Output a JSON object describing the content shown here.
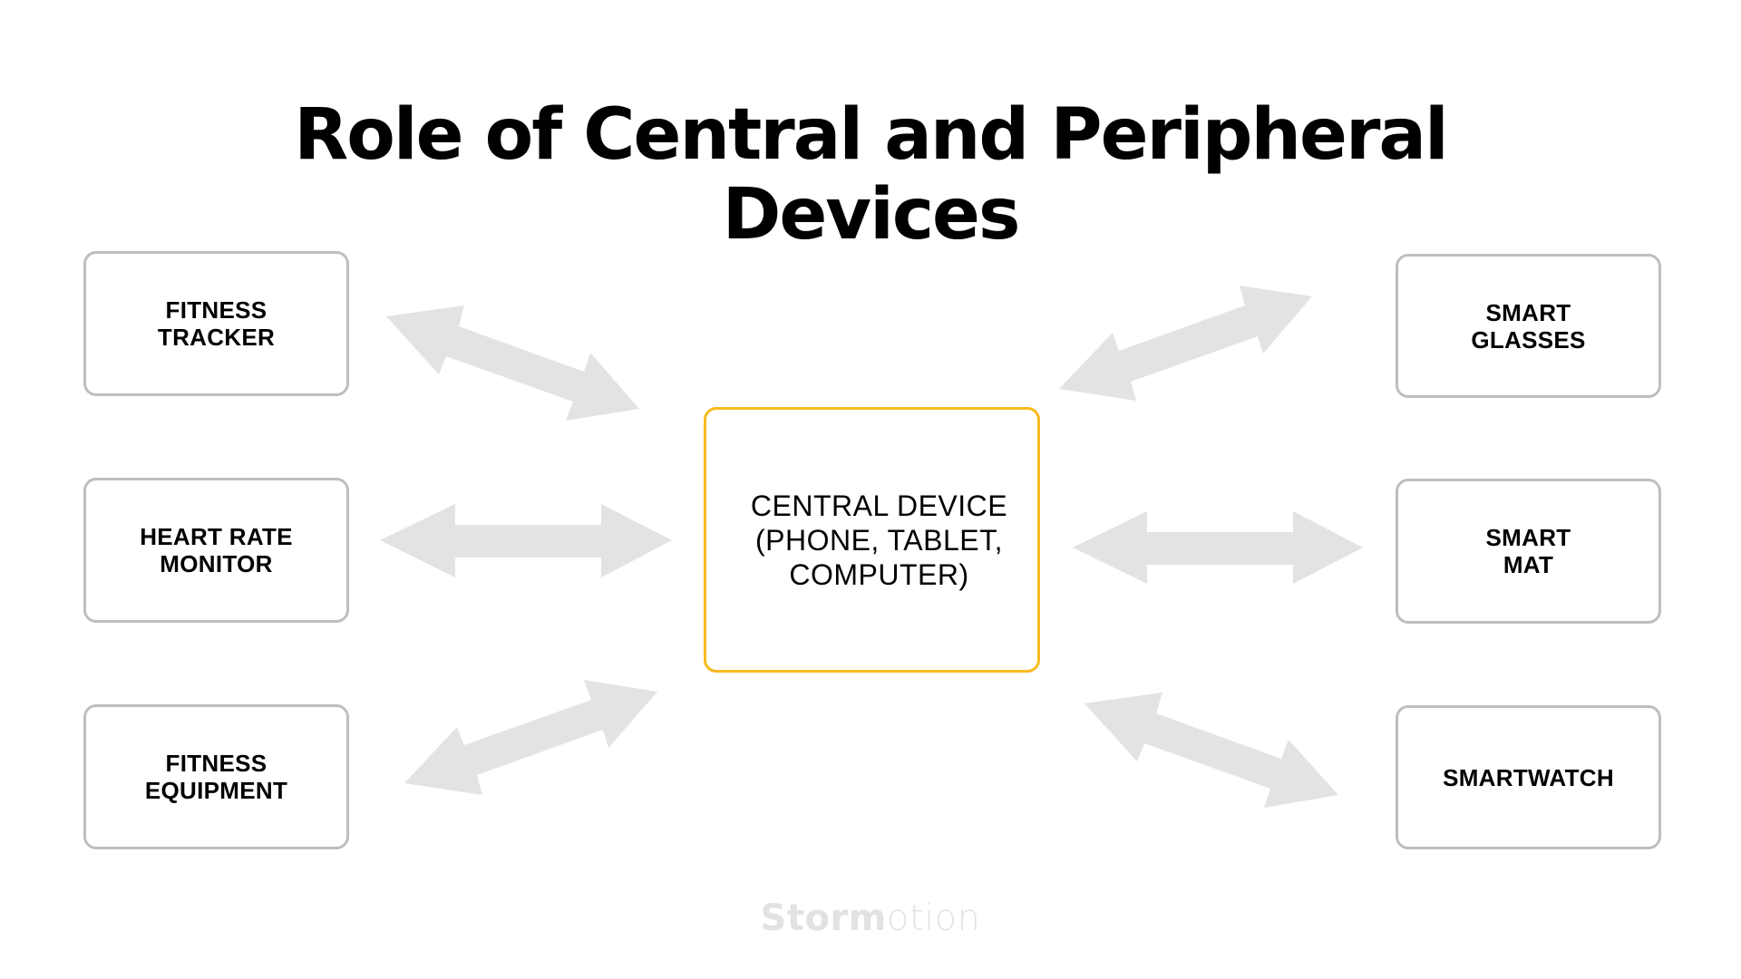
{
  "title": {
    "line1": "Role of Central and Peripheral",
    "line2": "Devices"
  },
  "central": {
    "lines": [
      "CENTRAL DEVICE",
      "(PHONE, TABLET,",
      "COMPUTER)"
    ],
    "border_color": "#f8ba1e"
  },
  "peripherals": {
    "left": [
      {
        "lines": [
          "FITNESS",
          "TRACKER"
        ]
      },
      {
        "lines": [
          "HEART RATE",
          "MONITOR"
        ]
      },
      {
        "lines": [
          "FITNESS",
          "EQUIPMENT"
        ]
      }
    ],
    "right": [
      {
        "lines": [
          "SMART",
          "GLASSES"
        ]
      },
      {
        "lines": [
          "SMART",
          "MAT"
        ]
      },
      {
        "lines": [
          "SMARTWATCH"
        ]
      }
    ],
    "border_color": "#bebebe"
  },
  "arrows": {
    "color": "#e3e3e3",
    "type": "bidirectional"
  },
  "logo": {
    "bold": "Storm",
    "light": "otion"
  }
}
